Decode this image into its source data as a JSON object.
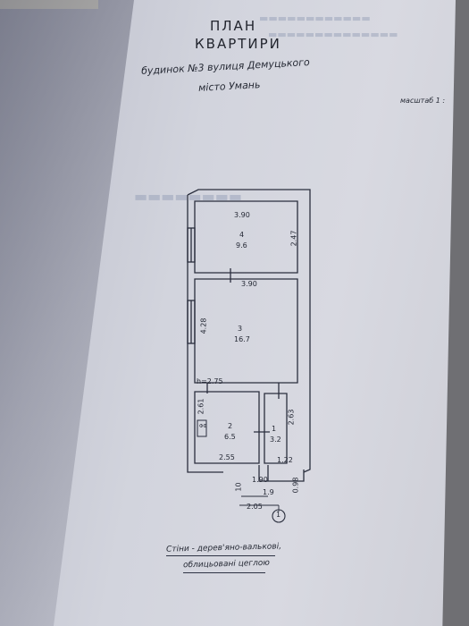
{
  "header": {
    "title_line1": "ПЛАН",
    "title_line2": "КВАРТИРИ",
    "address_line1": "будинок №3  вулиця Демуцького",
    "address_line2": "місто Умань",
    "scale_label": "масштаб 1 :"
  },
  "rooms": [
    {
      "number": "4",
      "area": "9.6"
    },
    {
      "number": "3",
      "area": "16.7"
    },
    {
      "number": "2",
      "area": "6.5"
    },
    {
      "number": "1",
      "area": "3.2"
    }
  ],
  "dimensions": {
    "room4_width": "3.90",
    "room4_depth": "2.47",
    "room3_width": "3.90",
    "room3_depth": "4.28",
    "ceiling_height": "h=2.75",
    "room2_depth": "2.61",
    "room2_width": "2.55",
    "room1_depth": "2.63",
    "room1_width": "1.22",
    "porch_width": "1.90",
    "porch_inner": "1.9",
    "porch_outer": "2.05",
    "porch_left": "10",
    "porch_right": "0.98"
  },
  "plan_marker": "1",
  "stove_label": "ФФ",
  "footnote": {
    "line1": "Стіни - дерев'яно-валькові,",
    "line2": "облицьовані цеглою"
  }
}
